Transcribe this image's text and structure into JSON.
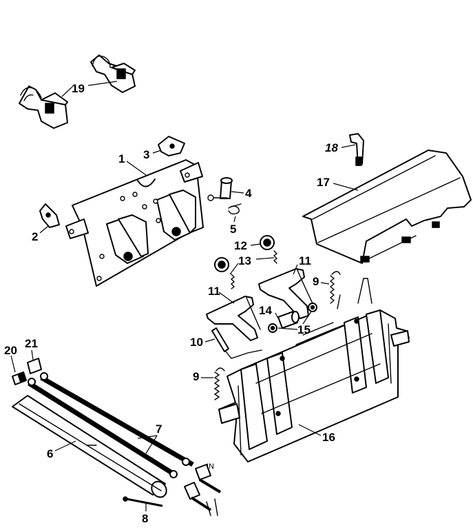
{
  "callouts": {
    "c1": "1",
    "c2": "2",
    "c3": "3",
    "c4": "4",
    "c5": "5",
    "c6": "6",
    "c7": "7",
    "c8": "8",
    "c9a": "9",
    "c9b": "9",
    "c10": "10",
    "c11a": "11",
    "c11b": "11",
    "c12": "12",
    "c13": "13",
    "c14": "14",
    "c15": "15",
    "c16": "16",
    "c17": "17",
    "c18": "18",
    "c19": "19",
    "c20": "20",
    "c21": "21"
  },
  "labels": {
    "cable_end": "IN"
  }
}
